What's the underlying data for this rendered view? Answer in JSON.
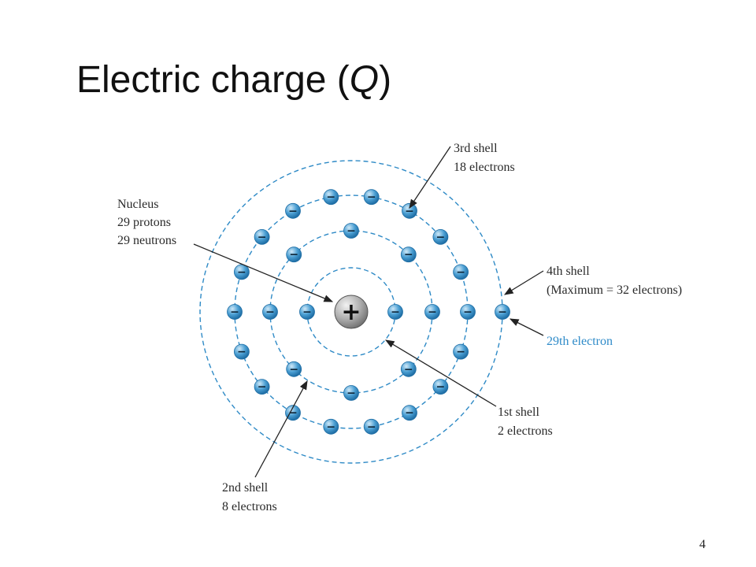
{
  "slide": {
    "title_main": "Electric charge (",
    "title_symbol": "Q",
    "title_close": ")",
    "page_number": "4"
  },
  "diagram": {
    "nucleus_symbol": "+",
    "electron_symbol": "−",
    "labels": {
      "nucleus": [
        "Nucleus",
        "29 protons",
        "29 neutrons"
      ],
      "shell3": [
        "3rd shell",
        "18 electrons"
      ],
      "shell4": [
        "4th shell",
        "(Maximum = 32 electrons)"
      ],
      "electron29": [
        "29th electron"
      ],
      "shell1": [
        "1st shell",
        "2 electrons"
      ],
      "shell2": [
        "2nd shell",
        "8 electrons"
      ]
    },
    "shells": [
      {
        "name": "1st shell",
        "electrons": 2
      },
      {
        "name": "2nd shell",
        "electrons": 8
      },
      {
        "name": "3rd shell",
        "electrons": 18
      },
      {
        "name": "4th shell",
        "electrons": 1
      }
    ],
    "colors": {
      "orbit": "#2e8ac6",
      "electron_fill": "#4b9fd3",
      "electron_edge": "#1f6ea5",
      "nucleus_fill": "#a8a8a8",
      "arrow": "#222222",
      "highlight_text": "#2f8bc9"
    }
  }
}
